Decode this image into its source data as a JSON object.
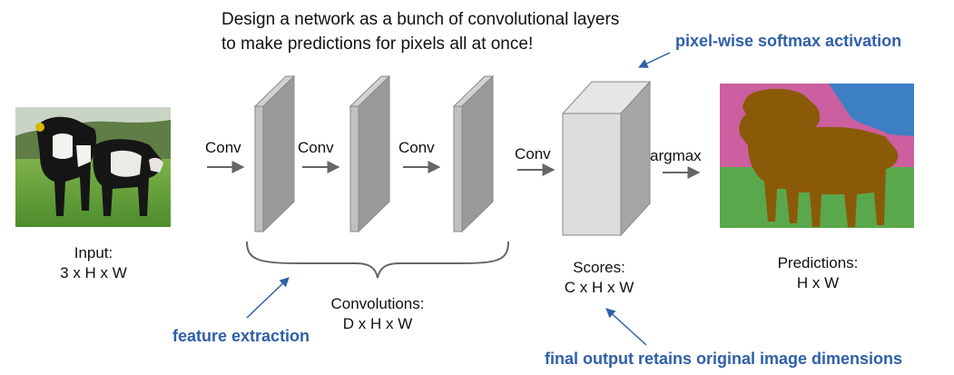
{
  "heading": {
    "line1": "Design a network as a bunch of convolutional layers",
    "line2": "to  make predictions for pixels all at once!"
  },
  "labels": {
    "input_title": "Input:",
    "input_dims": "3 x H x W",
    "conv": "Conv",
    "argmax": "argmax",
    "convolutions_title": "Convolutions:",
    "convolutions_dims": "D x H x W",
    "scores_title": "Scores:",
    "scores_dims": "C x H x W",
    "predictions_title": "Predictions:",
    "predictions_dims": "H x W"
  },
  "annotations": {
    "softmax": "pixel-wise softmax activation",
    "feature_extraction": "feature extraction",
    "final_output": "final output retains original image dimensions"
  },
  "colors": {
    "annotation_blue": "#2f5fa8",
    "text": "#111111",
    "arrow": "#555555",
    "segment_background": "#cc5f9f",
    "segment_sky": "#3c7fc4",
    "segment_grass": "#5aa84c",
    "segment_cow": "#8a5a08"
  }
}
